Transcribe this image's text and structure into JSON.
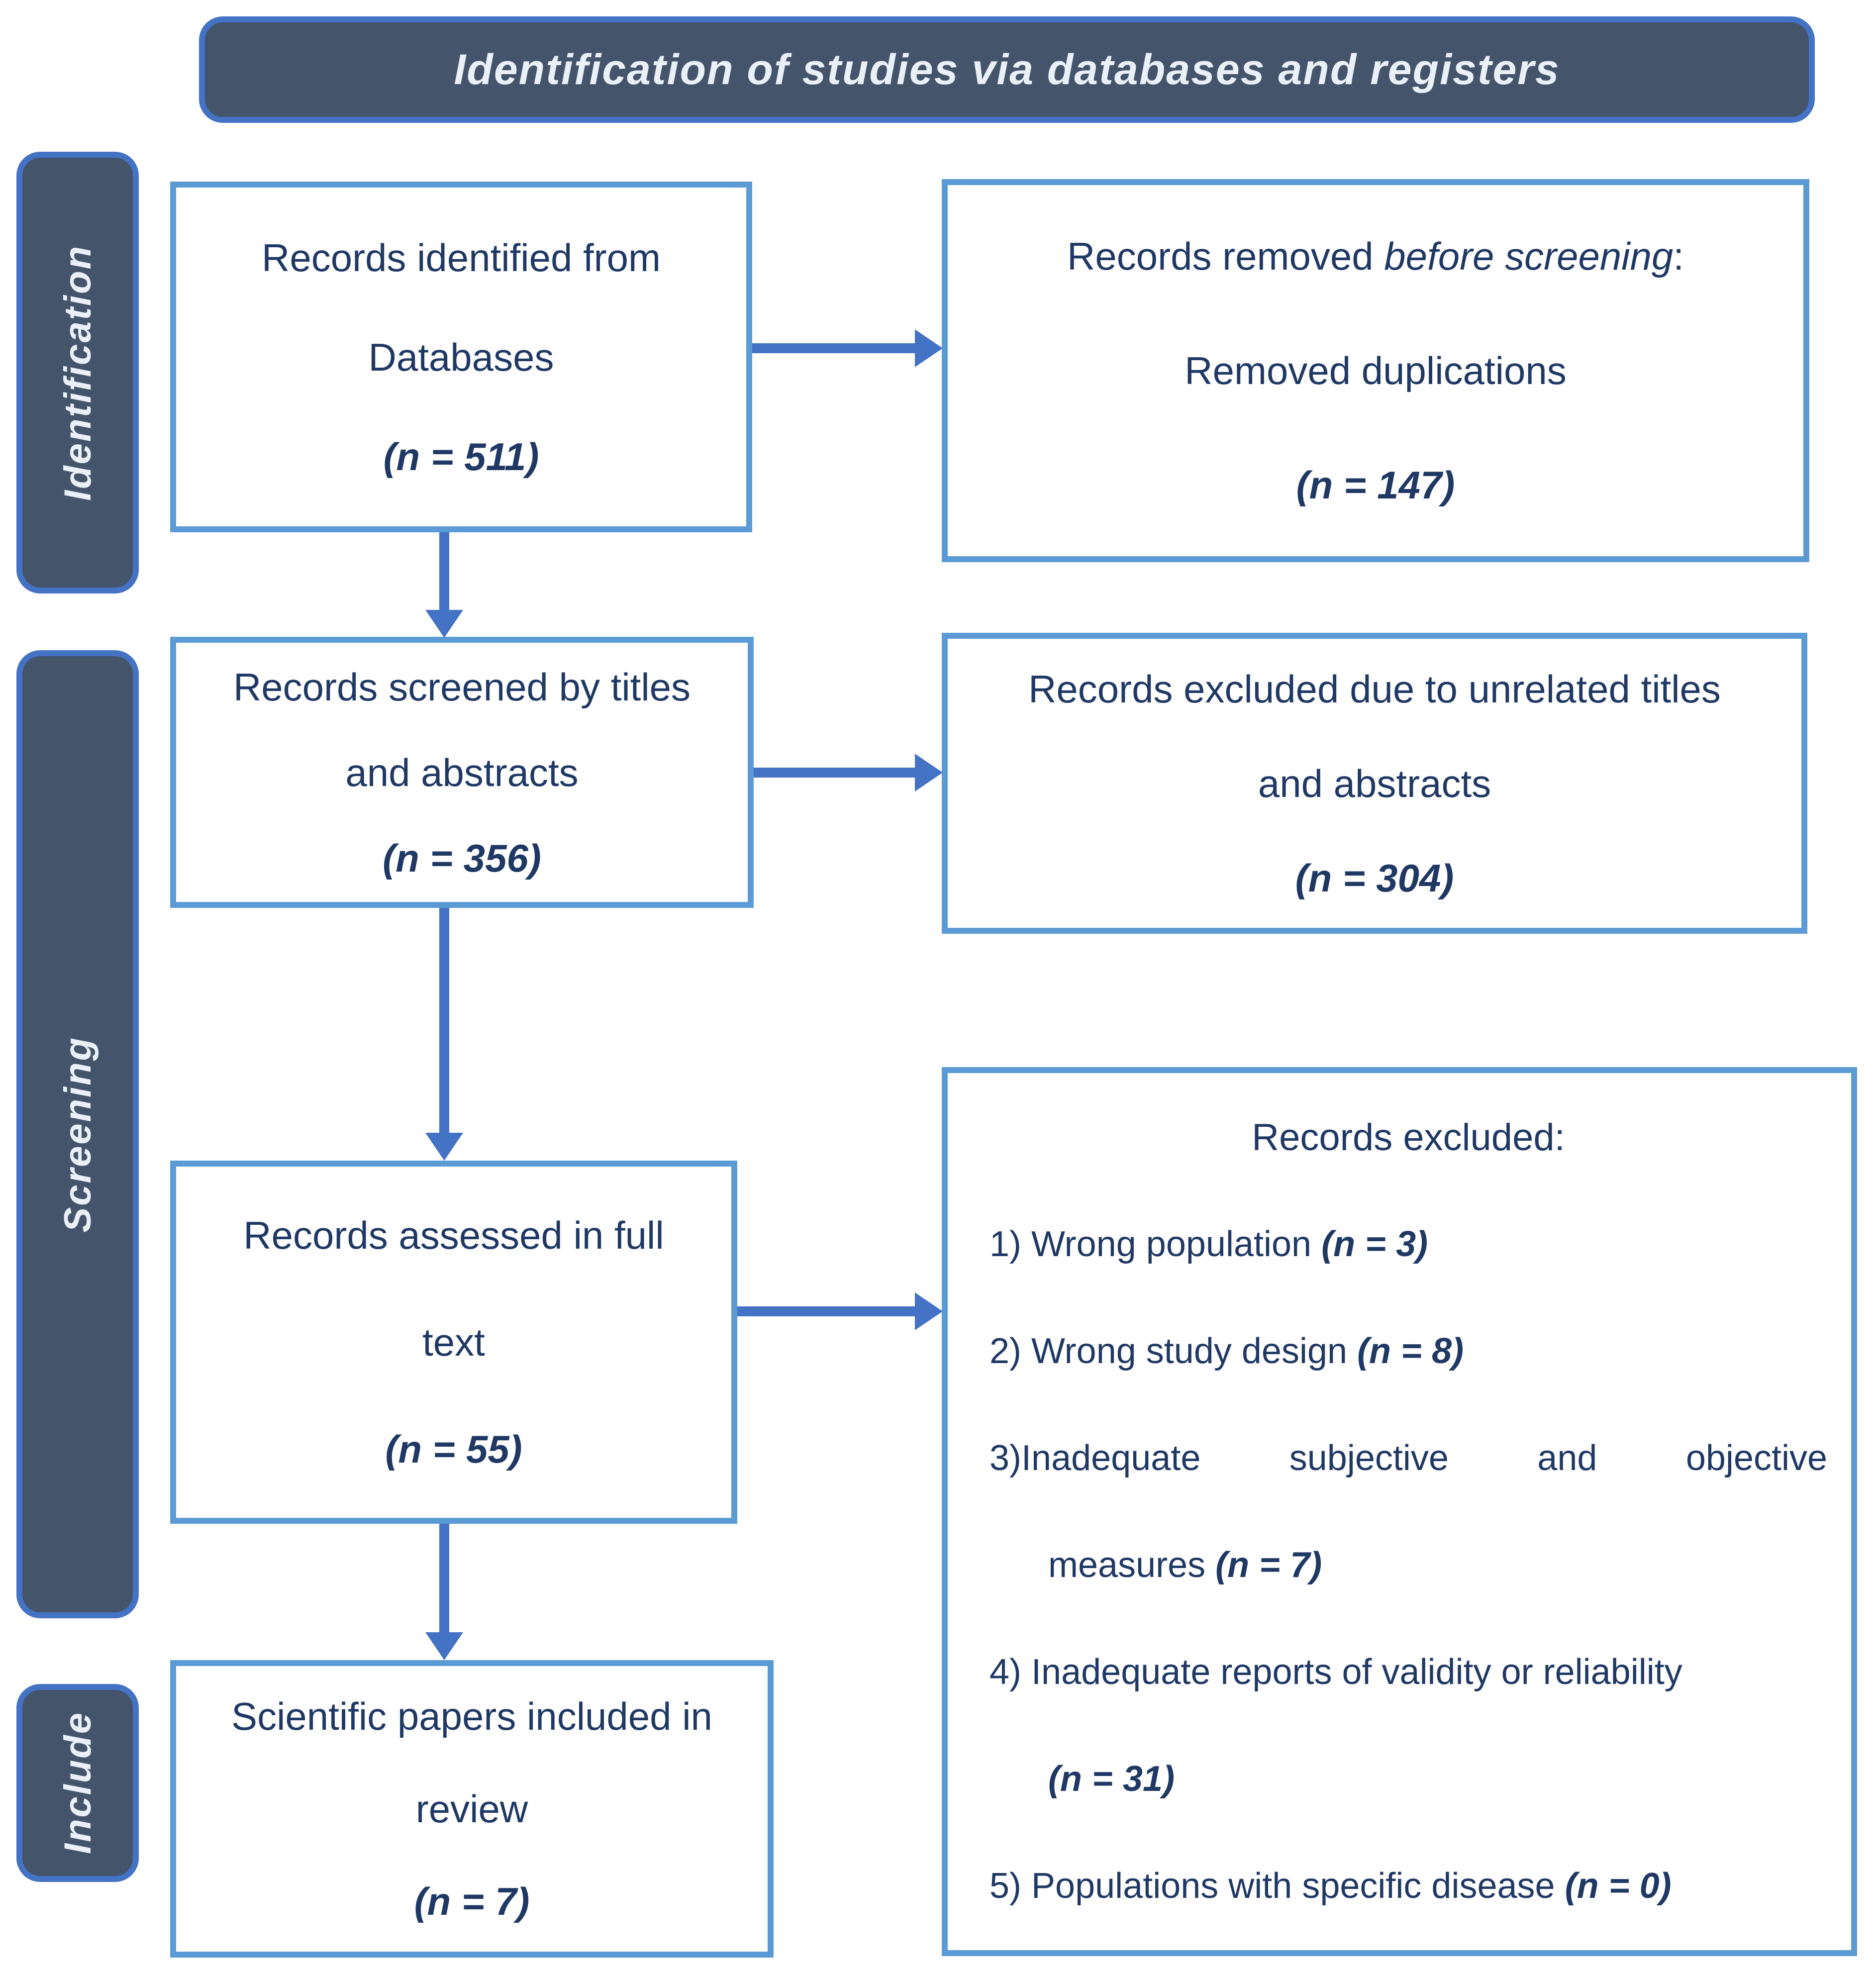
{
  "header": {
    "title": "Identification of studies via databases and registers"
  },
  "sidebar": {
    "stages": [
      {
        "label": "Identification"
      },
      {
        "label": "Screening"
      },
      {
        "label": "Include"
      }
    ]
  },
  "flow": {
    "identified": {
      "line1": "Records identified from",
      "line2": "Databases",
      "n": "(n = 511)"
    },
    "removed": {
      "line1_pre": "Records removed ",
      "line1_em": "before screening",
      "line1_post": ":",
      "line2": "Removed duplications",
      "n": "(n = 147)"
    },
    "screened": {
      "line1": "Records screened by titles",
      "line2": "and abstracts",
      "n": "(n = 356)"
    },
    "excluded_titles": {
      "line1": "Records excluded due to unrelated titles",
      "line2": "and abstracts",
      "n": "(n = 304)"
    },
    "assessed": {
      "line1": "Records assessed in full",
      "line2": "text",
      "n": "(n = 55)"
    },
    "excluded_full": {
      "heading": "Records excluded:",
      "items": [
        {
          "text": "1) Wrong population ",
          "n": "(n = 3)"
        },
        {
          "text": "2) Wrong study design ",
          "n": "(n = 8)"
        },
        {
          "line1": "3)Inadequate subjective and objective",
          "line2": "measures ",
          "n": "(n = 7)"
        },
        {
          "line1": "4) Inadequate reports of validity or reliability",
          "n": "(n = 31)"
        },
        {
          "text": "5) Populations with specific disease ",
          "n": "(n = 0)"
        }
      ]
    },
    "included": {
      "line1": "Scientific papers included in",
      "line2": "review",
      "n": "(n = 7)"
    }
  },
  "colors": {
    "panel_fill": "#44546A",
    "panel_border": "#4472C4",
    "box_border": "#5B9BD5",
    "arrow": "#4472C4",
    "text": "#1F3864",
    "panel_text": "#EAF0F8"
  }
}
